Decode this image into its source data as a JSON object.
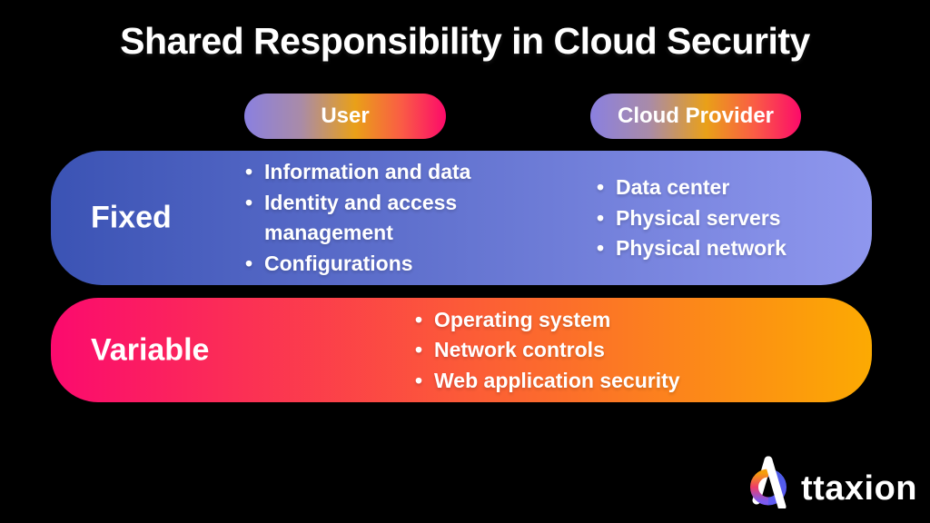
{
  "title": "Shared Responsibility in Cloud Security",
  "column_headers": {
    "user": "User",
    "provider": "Cloud Provider"
  },
  "fixed_row": {
    "label": "Fixed",
    "user_items": [
      "Information and data",
      "Identity and access management",
      "Configurations"
    ],
    "provider_items": [
      "Data center",
      "Physical servers",
      "Physical network"
    ]
  },
  "variable_row": {
    "label": "Variable",
    "items": [
      "Operating system",
      "Network controls",
      "Web application security"
    ]
  },
  "logo": {
    "brand": "Attaxion",
    "wordmark_rest": "ttaxion"
  },
  "colors": {
    "background": "#000000",
    "text": "#ffffff",
    "pill_gradient_start": "#8a80e0",
    "pill_gradient_mauve": "#a98ba8",
    "pill_gradient_gold": "#e9a018",
    "pill_gradient_coral": "#fa5c45",
    "pill_gradient_end": "#fc0a6a",
    "fixed_gradient_start": "#3b53b4",
    "fixed_gradient_end": "#8f97ee",
    "variable_gradient_start": "#fb0a6e",
    "variable_gradient_end": "#fcaa02",
    "logo_ring_orange": "#f59e0b",
    "logo_ring_pink": "#ee3d68",
    "logo_ring_purple": "#7c5af0",
    "logo_ring_blue": "#4c5ce8"
  }
}
